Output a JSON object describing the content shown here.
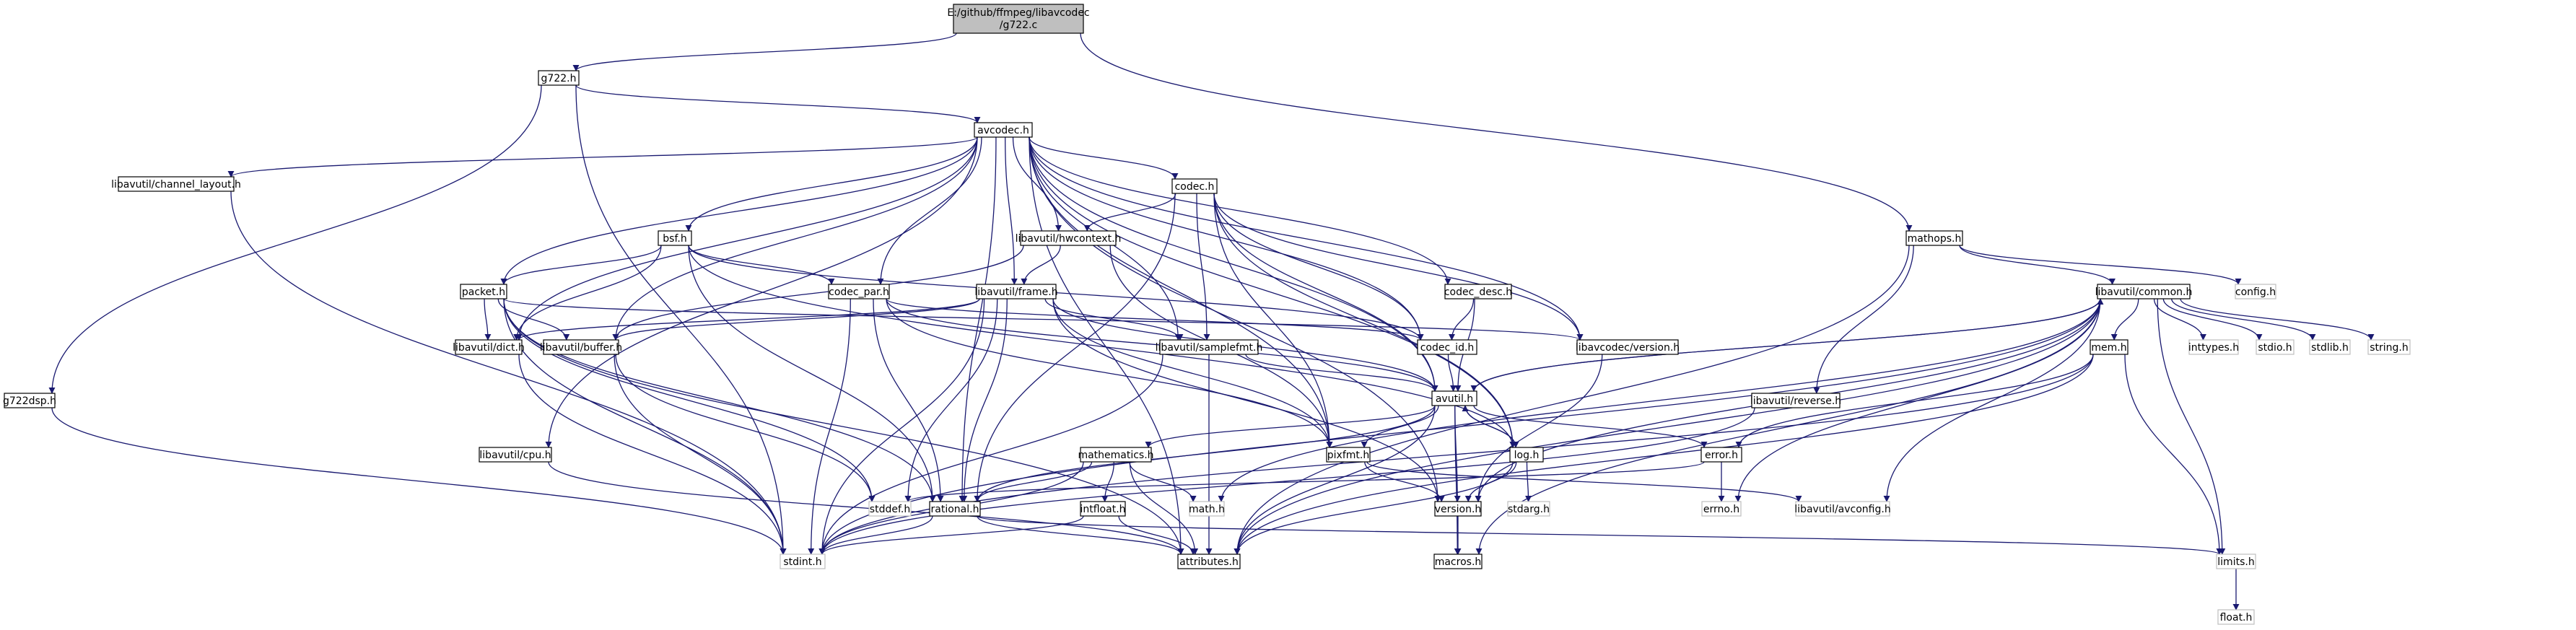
{
  "diagram": {
    "kind": "include-dependency-graph",
    "colors": {
      "edge": "#191970",
      "edge_arrow": "#191970",
      "root_fill": "#bfbfbf",
      "node_fill": "#ffffff",
      "node_border": "#000000",
      "missing_border": "#bfbfbf"
    },
    "root": {
      "line1": "E:/github/ffmpeg/libavcodec",
      "line2": "/g722.c"
    },
    "nodes": [
      {
        "id": "g722_h",
        "label": "g722.h"
      },
      {
        "id": "g722dsp_h",
        "label": "g722dsp.h"
      },
      {
        "id": "avcodec_h",
        "label": "avcodec.h"
      },
      {
        "id": "mathops_h",
        "label": "mathops.h"
      },
      {
        "id": "channel_layout_h",
        "label": "libavutil/channel_layout.h"
      },
      {
        "id": "codec_h",
        "label": "codec.h"
      },
      {
        "id": "bsf_h",
        "label": "bsf.h"
      },
      {
        "id": "hwcontext_h",
        "label": "libavutil/hwcontext.h"
      },
      {
        "id": "packet_h",
        "label": "packet.h"
      },
      {
        "id": "codec_par_h",
        "label": "codec_par.h"
      },
      {
        "id": "frame_h",
        "label": "libavutil/frame.h"
      },
      {
        "id": "codec_desc_h",
        "label": "codec_desc.h"
      },
      {
        "id": "common_h",
        "label": "libavutil/common.h"
      },
      {
        "id": "config_h",
        "label": "config.h",
        "missing": true
      },
      {
        "id": "dict_h",
        "label": "libavutil/dict.h"
      },
      {
        "id": "buffer_h",
        "label": "libavutil/buffer.h"
      },
      {
        "id": "samplefmt_h",
        "label": "libavutil/samplefmt.h"
      },
      {
        "id": "codec_id_h",
        "label": "codec_id.h"
      },
      {
        "id": "avcodec_version_h",
        "label": "libavcodec/version.h"
      },
      {
        "id": "inttypes_h",
        "label": "inttypes.h",
        "missing": true
      },
      {
        "id": "stdio_h",
        "label": "stdio.h",
        "missing": true
      },
      {
        "id": "stdlib_h",
        "label": "stdlib.h",
        "missing": true
      },
      {
        "id": "string_h",
        "label": "string.h",
        "missing": true
      },
      {
        "id": "mem_h",
        "label": "mem.h"
      },
      {
        "id": "avutil_h",
        "label": "avutil.h"
      },
      {
        "id": "reverse_h",
        "label": "libavutil/reverse.h"
      },
      {
        "id": "cpu_h",
        "label": "libavutil/cpu.h"
      },
      {
        "id": "mathematics_h",
        "label": "mathematics.h"
      },
      {
        "id": "pixfmt_h",
        "label": "pixfmt.h"
      },
      {
        "id": "log_h",
        "label": "log.h"
      },
      {
        "id": "error_h",
        "label": "error.h"
      },
      {
        "id": "stddef_h",
        "label": "stddef.h",
        "missing": true
      },
      {
        "id": "rational_h",
        "label": "rational.h"
      },
      {
        "id": "intfloat_h",
        "label": "intfloat.h"
      },
      {
        "id": "math_h",
        "label": "math.h",
        "missing": true
      },
      {
        "id": "version_h",
        "label": "version.h"
      },
      {
        "id": "stdarg_h",
        "label": "stdarg.h",
        "missing": true
      },
      {
        "id": "errno_h",
        "label": "errno.h",
        "missing": true
      },
      {
        "id": "avconfig_h",
        "label": "libavutil/avconfig.h",
        "missing": true
      },
      {
        "id": "stdint_h",
        "label": "stdint.h",
        "missing": true
      },
      {
        "id": "attributes_h",
        "label": "attributes.h"
      },
      {
        "id": "macros_h",
        "label": "macros.h"
      },
      {
        "id": "limits_h",
        "label": "limits.h",
        "missing": true
      },
      {
        "id": "float_h",
        "label": "float.h",
        "missing": true
      }
    ],
    "edges": [
      [
        "root",
        "g722_h"
      ],
      [
        "root",
        "mathops_h"
      ],
      [
        "g722_h",
        "avcodec_h"
      ],
      [
        "g722_h",
        "g722dsp_h"
      ],
      [
        "g722_h",
        "stdint_h"
      ],
      [
        "g722dsp_h",
        "stdint_h"
      ],
      [
        "avcodec_h",
        "channel_layout_h"
      ],
      [
        "avcodec_h",
        "codec_h"
      ],
      [
        "avcodec_h",
        "bsf_h"
      ],
      [
        "avcodec_h",
        "hwcontext_h"
      ],
      [
        "avcodec_h",
        "packet_h"
      ],
      [
        "avcodec_h",
        "codec_par_h"
      ],
      [
        "avcodec_h",
        "frame_h"
      ],
      [
        "avcodec_h",
        "codec_desc_h"
      ],
      [
        "avcodec_h",
        "dict_h"
      ],
      [
        "avcodec_h",
        "buffer_h"
      ],
      [
        "avcodec_h",
        "samplefmt_h"
      ],
      [
        "avcodec_h",
        "codec_id_h"
      ],
      [
        "avcodec_h",
        "avcodec_version_h"
      ],
      [
        "avcodec_h",
        "avutil_h"
      ],
      [
        "avcodec_h",
        "cpu_h"
      ],
      [
        "avcodec_h",
        "pixfmt_h"
      ],
      [
        "avcodec_h",
        "log_h"
      ],
      [
        "avcodec_h",
        "rational_h"
      ],
      [
        "avcodec_h",
        "attributes_h"
      ],
      [
        "avcodec_h",
        "version_h"
      ],
      [
        "channel_layout_h",
        "stdint_h"
      ],
      [
        "codec_h",
        "hwcontext_h"
      ],
      [
        "codec_h",
        "samplefmt_h"
      ],
      [
        "codec_h",
        "codec_id_h"
      ],
      [
        "codec_h",
        "avcodec_version_h"
      ],
      [
        "codec_h",
        "avutil_h"
      ],
      [
        "codec_h",
        "log_h"
      ],
      [
        "codec_h",
        "pixfmt_h"
      ],
      [
        "codec_h",
        "rational_h"
      ],
      [
        "bsf_h",
        "packet_h"
      ],
      [
        "bsf_h",
        "codec_par_h"
      ],
      [
        "bsf_h",
        "codec_id_h"
      ],
      [
        "bsf_h",
        "dict_h"
      ],
      [
        "bsf_h",
        "log_h"
      ],
      [
        "bsf_h",
        "rational_h"
      ],
      [
        "hwcontext_h",
        "frame_h"
      ],
      [
        "hwcontext_h",
        "buffer_h"
      ],
      [
        "hwcontext_h",
        "pixfmt_h"
      ],
      [
        "packet_h",
        "dict_h"
      ],
      [
        "packet_h",
        "buffer_h"
      ],
      [
        "packet_h",
        "avcodec_version_h"
      ],
      [
        "packet_h",
        "stddef_h"
      ],
      [
        "packet_h",
        "stdint_h"
      ],
      [
        "packet_h",
        "attributes_h"
      ],
      [
        "packet_h",
        "rational_h"
      ],
      [
        "codec_par_h",
        "codec_id_h"
      ],
      [
        "codec_par_h",
        "avutil_h"
      ],
      [
        "codec_par_h",
        "pixfmt_h"
      ],
      [
        "codec_par_h",
        "rational_h"
      ],
      [
        "codec_par_h",
        "stdint_h"
      ],
      [
        "frame_h",
        "dict_h"
      ],
      [
        "frame_h",
        "buffer_h"
      ],
      [
        "frame_h",
        "samplefmt_h"
      ],
      [
        "frame_h",
        "avutil_h"
      ],
      [
        "frame_h",
        "pixfmt_h"
      ],
      [
        "frame_h",
        "rational_h"
      ],
      [
        "frame_h",
        "stddef_h"
      ],
      [
        "frame_h",
        "stdint_h"
      ],
      [
        "frame_h",
        "version_h"
      ],
      [
        "codec_desc_h",
        "codec_id_h"
      ],
      [
        "codec_desc_h",
        "avutil_h"
      ],
      [
        "mathops_h",
        "common_h"
      ],
      [
        "mathops_h",
        "config_h"
      ],
      [
        "mathops_h",
        "reverse_h"
      ],
      [
        "mathops_h",
        "attributes_h"
      ],
      [
        "common_h",
        "inttypes_h"
      ],
      [
        "common_h",
        "stdio_h"
      ],
      [
        "common_h",
        "stdlib_h"
      ],
      [
        "common_h",
        "string_h"
      ],
      [
        "common_h",
        "mem_h"
      ],
      [
        "common_h",
        "avutil_h"
      ],
      [
        "common_h",
        "errno_h"
      ],
      [
        "common_h",
        "limits_h"
      ],
      [
        "common_h",
        "math_h"
      ],
      [
        "common_h",
        "stdint_h"
      ],
      [
        "common_h",
        "attributes_h"
      ],
      [
        "common_h",
        "macros_h"
      ],
      [
        "common_h",
        "avconfig_h"
      ],
      [
        "common_h",
        "version_h"
      ],
      [
        "dict_h",
        "stdint_h"
      ],
      [
        "buffer_h",
        "stddef_h"
      ],
      [
        "buffer_h",
        "stdint_h"
      ],
      [
        "samplefmt_h",
        "avutil_h"
      ],
      [
        "samplefmt_h",
        "attributes_h"
      ],
      [
        "samplefmt_h",
        "stdint_h"
      ],
      [
        "codec_id_h",
        "avutil_h"
      ],
      [
        "avcodec_version_h",
        "version_h"
      ],
      [
        "mem_h",
        "error_h"
      ],
      [
        "mem_h",
        "limits_h"
      ],
      [
        "mem_h",
        "stdint_h"
      ],
      [
        "mem_h",
        "attributes_h"
      ],
      [
        "avutil_h",
        "common_h"
      ],
      [
        "avutil_h",
        "error_h"
      ],
      [
        "avutil_h",
        "rational_h"
      ],
      [
        "avutil_h",
        "mathematics_h"
      ],
      [
        "avutil_h",
        "log_h"
      ],
      [
        "avutil_h",
        "pixfmt_h"
      ],
      [
        "avutil_h",
        "version_h"
      ],
      [
        "avutil_h",
        "macros_h"
      ],
      [
        "avutil_h",
        "attributes_h"
      ],
      [
        "reverse_h",
        "stdint_h"
      ],
      [
        "cpu_h",
        "attributes_h"
      ],
      [
        "mathematics_h",
        "stdint_h"
      ],
      [
        "mathematics_h",
        "math_h"
      ],
      [
        "mathematics_h",
        "attributes_h"
      ],
      [
        "mathematics_h",
        "rational_h"
      ],
      [
        "mathematics_h",
        "intfloat_h"
      ],
      [
        "pixfmt_h",
        "version_h"
      ],
      [
        "pixfmt_h",
        "avconfig_h"
      ],
      [
        "log_h",
        "stdarg_h"
      ],
      [
        "log_h",
        "avutil_h"
      ],
      [
        "log_h",
        "attributes_h"
      ],
      [
        "log_h",
        "version_h"
      ],
      [
        "error_h",
        "errno_h"
      ],
      [
        "error_h",
        "stddef_h"
      ],
      [
        "rational_h",
        "stdint_h"
      ],
      [
        "rational_h",
        "limits_h"
      ],
      [
        "rational_h",
        "attributes_h"
      ],
      [
        "intfloat_h",
        "stdint_h"
      ],
      [
        "intfloat_h",
        "attributes_h"
      ],
      [
        "version_h",
        "macros_h"
      ],
      [
        "limits_h",
        "float_h"
      ]
    ]
  }
}
